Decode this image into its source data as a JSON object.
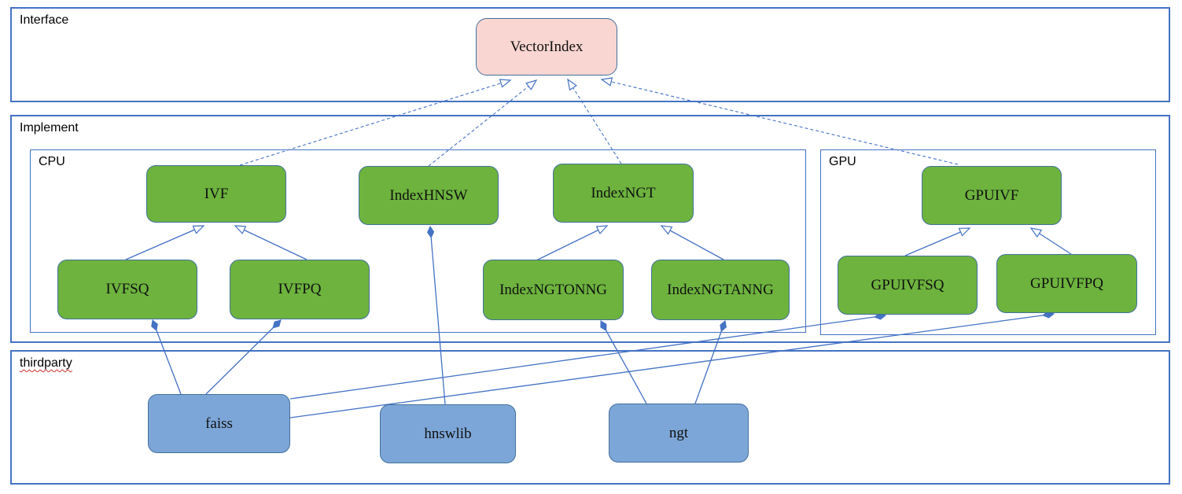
{
  "containers": {
    "interface": {
      "label": "Interface"
    },
    "implement": {
      "label": "Implement"
    },
    "cpu": {
      "label": "CPU"
    },
    "gpu": {
      "label": "GPU"
    },
    "thirdparty": {
      "label": "thirdparty"
    }
  },
  "nodes": {
    "vectorindex": {
      "label": "VectorIndex",
      "container": "interface"
    },
    "ivf": {
      "label": "IVF",
      "container": "cpu"
    },
    "indexhnsw": {
      "label": "IndexHNSW",
      "container": "cpu"
    },
    "indexngt": {
      "label": "IndexNGT",
      "container": "cpu"
    },
    "gpuivf": {
      "label": "GPUIVF",
      "container": "gpu"
    },
    "ivfsq": {
      "label": "IVFSQ",
      "container": "cpu"
    },
    "ivfpq": {
      "label": "IVFPQ",
      "container": "cpu"
    },
    "indexngtonng": {
      "label": "IndexNGTONNG",
      "container": "cpu"
    },
    "indexngtanng": {
      "label": "IndexNGTANNG",
      "container": "cpu"
    },
    "gpuivfsq": {
      "label": "GPUIVFSQ",
      "container": "gpu"
    },
    "gpuivfpq": {
      "label": "GPUIVFPQ",
      "container": "gpu"
    },
    "faiss": {
      "label": "faiss",
      "container": "thirdparty"
    },
    "hnswlib": {
      "label": "hnswlib",
      "container": "thirdparty"
    },
    "ngt": {
      "label": "ngt",
      "container": "thirdparty"
    }
  },
  "edges": [
    {
      "from": "ivf",
      "to": "vectorindex",
      "type": "realization"
    },
    {
      "from": "indexhnsw",
      "to": "vectorindex",
      "type": "realization"
    },
    {
      "from": "indexngt",
      "to": "vectorindex",
      "type": "realization"
    },
    {
      "from": "gpuivf",
      "to": "vectorindex",
      "type": "realization"
    },
    {
      "from": "ivfsq",
      "to": "ivf",
      "type": "generalization"
    },
    {
      "from": "ivfpq",
      "to": "ivf",
      "type": "generalization"
    },
    {
      "from": "indexngtonng",
      "to": "indexngt",
      "type": "generalization"
    },
    {
      "from": "indexngtanng",
      "to": "indexngt",
      "type": "generalization"
    },
    {
      "from": "gpuivfsq",
      "to": "gpuivf",
      "type": "generalization"
    },
    {
      "from": "gpuivfpq",
      "to": "gpuivf",
      "type": "generalization"
    },
    {
      "from": "faiss",
      "to": "ivfsq",
      "type": "composition"
    },
    {
      "from": "faiss",
      "to": "ivfpq",
      "type": "composition"
    },
    {
      "from": "hnswlib",
      "to": "indexhnsw",
      "type": "composition"
    },
    {
      "from": "ngt",
      "to": "indexngtonng",
      "type": "composition"
    },
    {
      "from": "ngt",
      "to": "indexngtanng",
      "type": "composition"
    },
    {
      "from": "faiss",
      "to": "gpuivfsq",
      "type": "composition"
    },
    {
      "from": "faiss",
      "to": "gpuivfpq",
      "type": "composition"
    }
  ],
  "colors": {
    "interface_node_fill": "#f9d6d2",
    "implement_node_fill": "#6db33e",
    "thirdparty_node_fill": "#7da6d8",
    "node_border": "#41719c",
    "container_border": "#4472c4",
    "connector": "#4472c4",
    "spellcheck_squiggle": "#d03027",
    "background": "#ffffff"
  }
}
